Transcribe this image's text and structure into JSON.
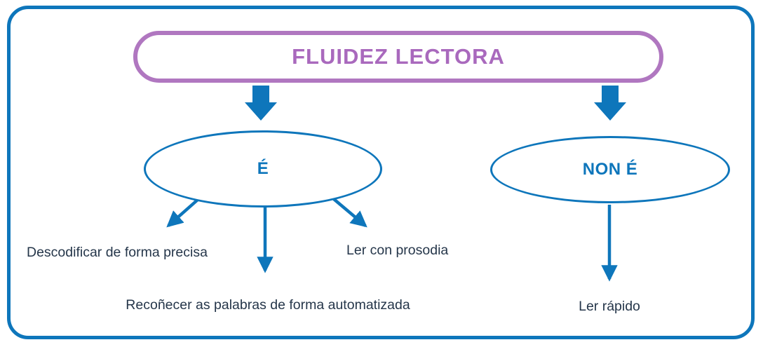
{
  "title": "FLUIDEZ LECTORA",
  "nodes": {
    "yes": {
      "label": "É",
      "children": [
        "Descodificar de forma precisa",
        "Recoñecer as palabras de forma automatizada",
        "Ler con prosodia"
      ]
    },
    "no": {
      "label": "NON É",
      "children": [
        "Ler rápido"
      ]
    }
  },
  "colors": {
    "blue": "#0e76bb",
    "purple": "#b077c0",
    "purpletext": "#a969bd",
    "text": "#25364a",
    "background": "#ffffff"
  }
}
